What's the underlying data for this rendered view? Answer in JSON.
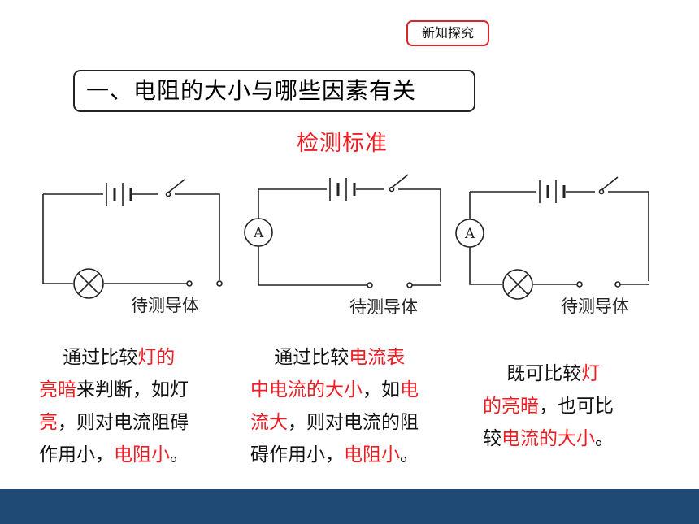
{
  "badge": {
    "label": "新知探究"
  },
  "title": "一、电阻的大小与哪些因素有关",
  "subtitle": "检测标准",
  "circuits": [
    {
      "conductor_label": "待测导体",
      "ammeter_label": ""
    },
    {
      "conductor_label": "待测导体",
      "ammeter_label": "A"
    },
    {
      "conductor_label": "待测导体",
      "ammeter_label": "A"
    }
  ],
  "descriptions": [
    {
      "line1_a": "通过比较",
      "line1_b": "灯的",
      "line2_a": "亮暗",
      "line2_b": "来判断，如灯",
      "line3_a": "亮",
      "line3_b": "，则对电流阻碍",
      "line4_a": "作用小，",
      "line4_b": "电阻小",
      "line4_c": "。"
    },
    {
      "line1_a": "通过比较",
      "line1_b": "电流表",
      "line2_a": "中电流的大小",
      "line2_b": "，如",
      "line2_c": "电",
      "line3_a": "流大",
      "line3_b": "，则对电流的阻",
      "line4_a": "碍作用小，",
      "line4_b": "电阻小",
      "line4_c": "。"
    },
    {
      "line1_a": "既可比较",
      "line1_b": "灯",
      "line2_a": "的亮暗",
      "line2_b": "，也可比",
      "line3_a": "较",
      "line3_b": "电流的大小",
      "line3_c": "。"
    }
  ],
  "colors": {
    "accent_red": "#ee1d24",
    "footer": "#1f4a75"
  }
}
